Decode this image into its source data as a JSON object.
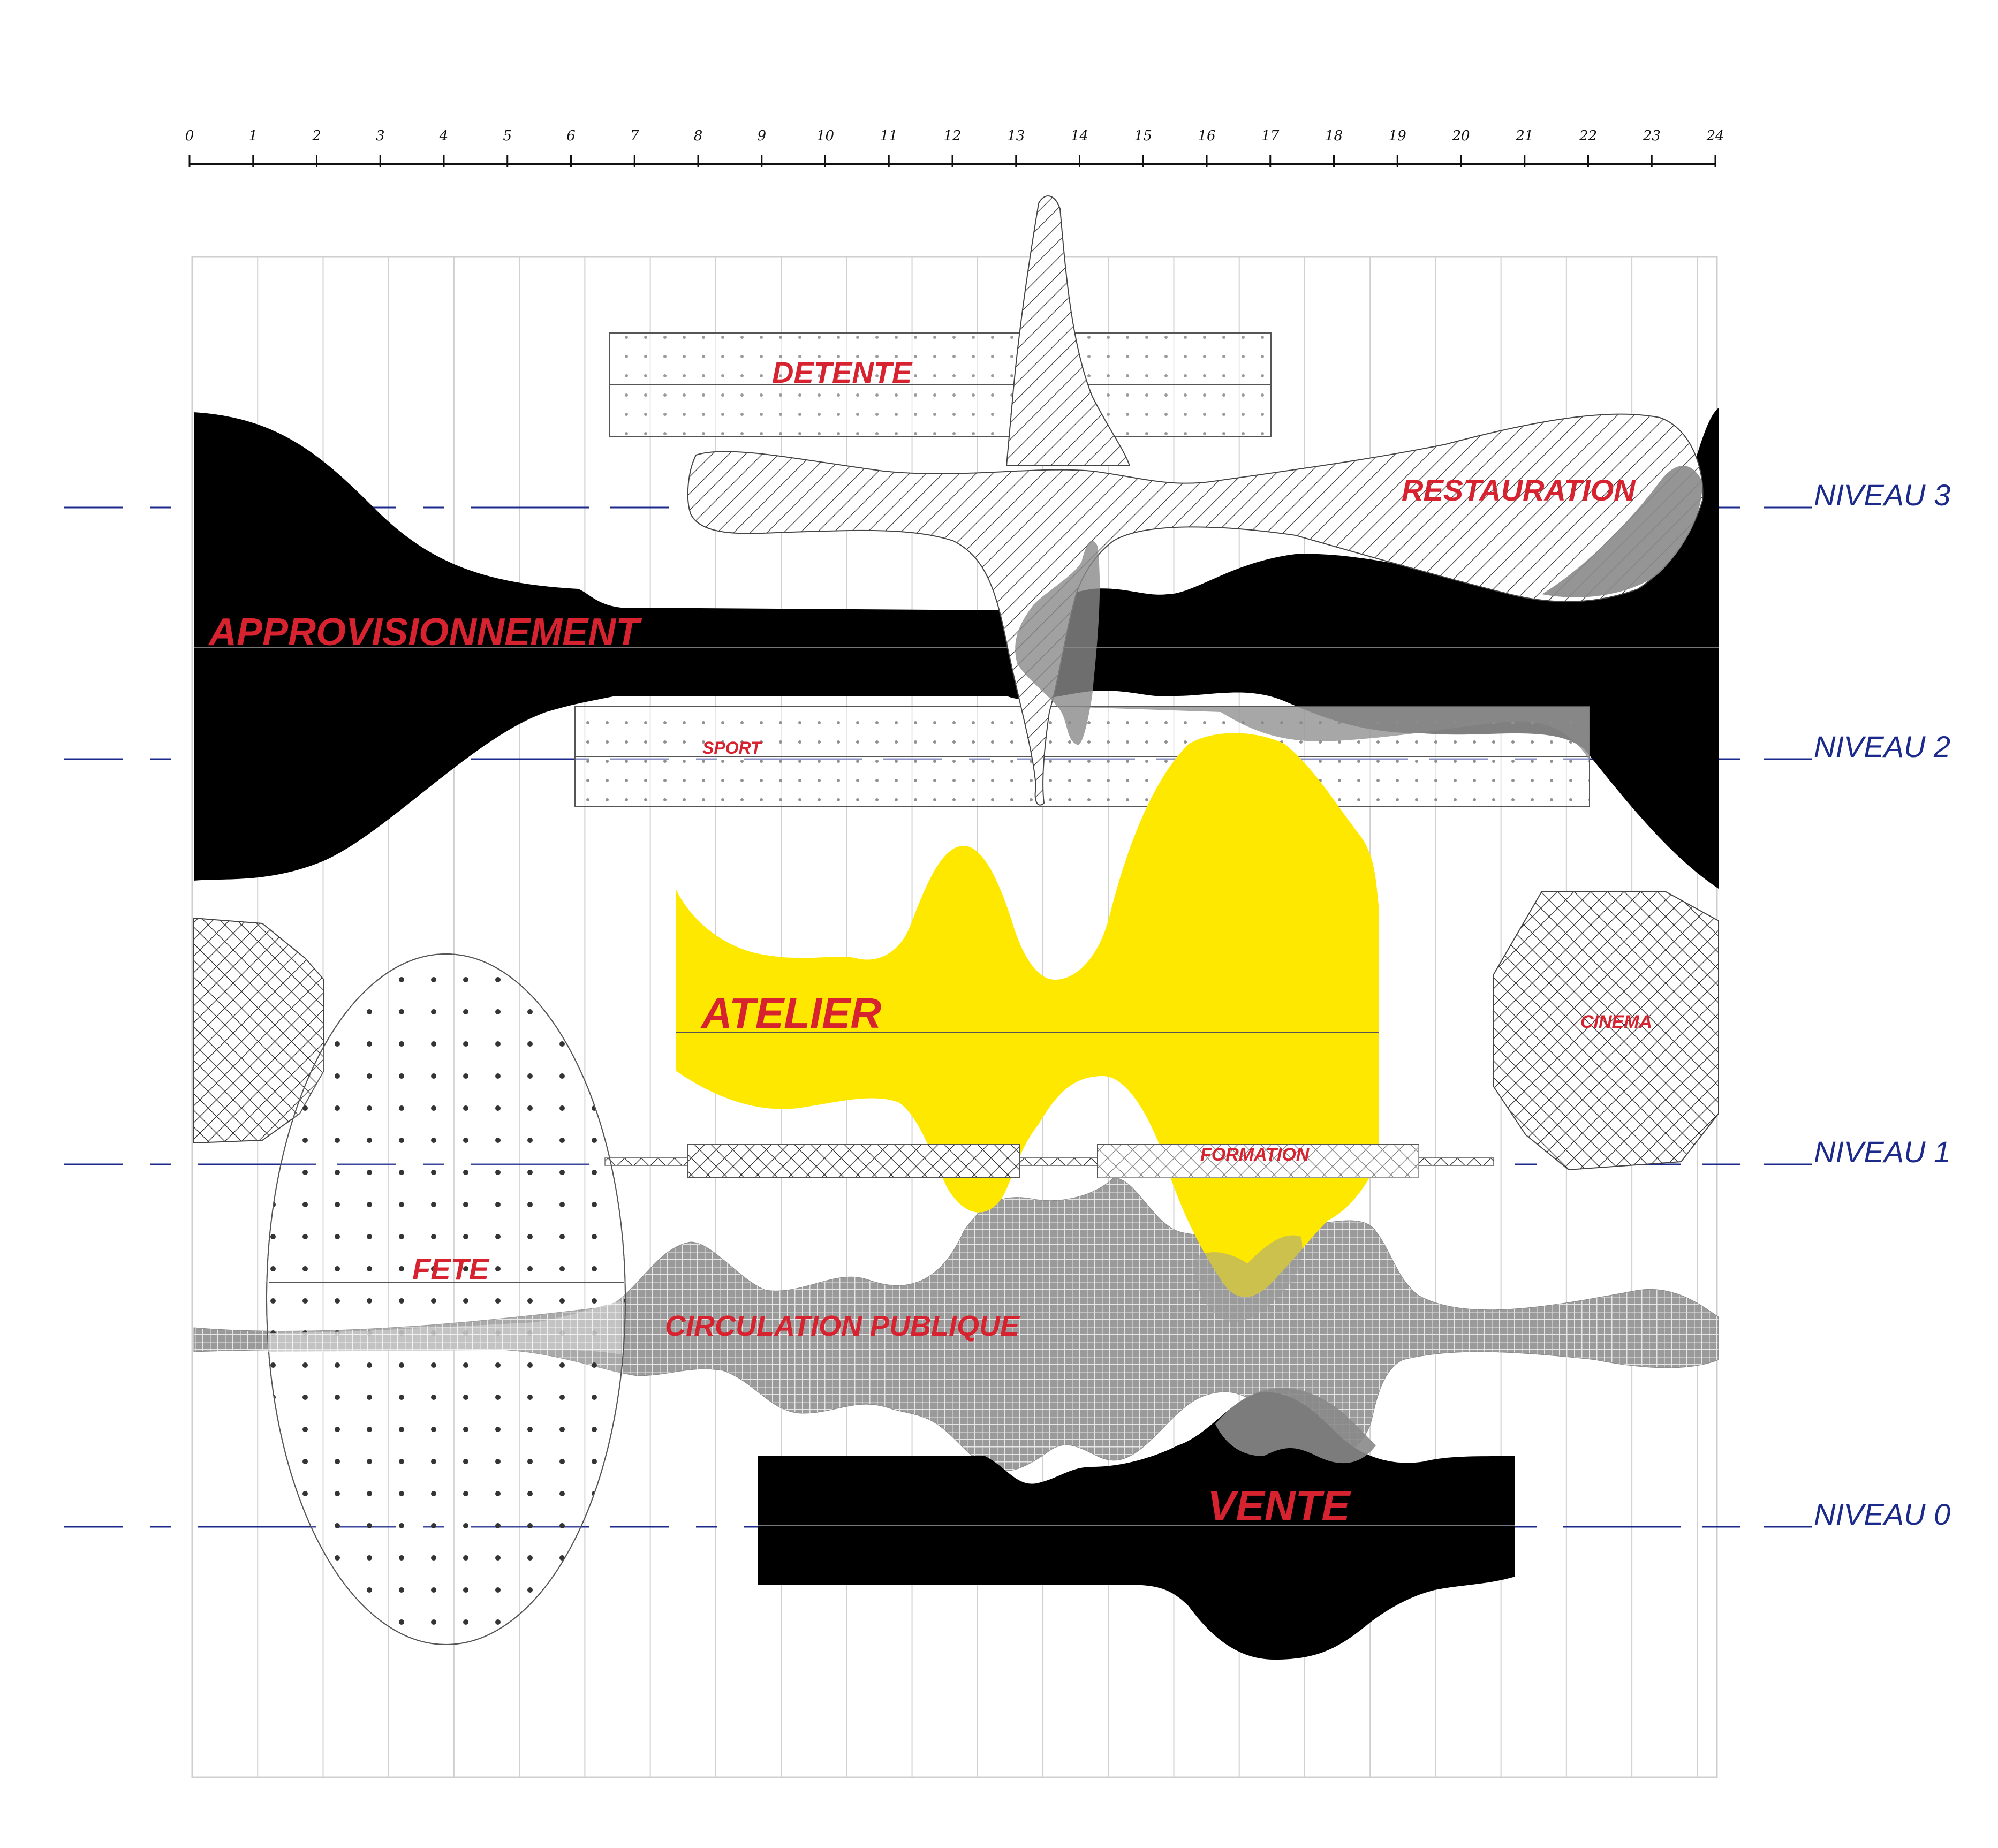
{
  "time_scale": {
    "hours": [
      "0",
      "1",
      "2",
      "3",
      "4",
      "5",
      "6",
      "7",
      "8",
      "9",
      "10",
      "11",
      "12",
      "13",
      "14",
      "15",
      "16",
      "17",
      "18",
      "19",
      "20",
      "21",
      "22",
      "23",
      "24"
    ]
  },
  "levels": [
    {
      "id": "niveau3",
      "label": "NIVEAU 3"
    },
    {
      "id": "niveau2",
      "label": "NIVEAU 2"
    },
    {
      "id": "niveau1",
      "label": "NIVEAU 1"
    },
    {
      "id": "niveau0",
      "label": "NIVEAU 0"
    }
  ],
  "activities": {
    "detente": "DETENTE",
    "restauration": "RESTAURATION",
    "approvisionnement": "APPROVISIONNEMENT",
    "sport": "SPORT",
    "atelier": "ATELIER",
    "cinema": "CINEMA",
    "formation": "FORMATION",
    "fete": "FETE",
    "circulation_publique": "CIRCULATION PUBLIQUE",
    "vente": "VENTE"
  },
  "colors": {
    "label_red": "#d7222f",
    "level_blue": "#1c2a8c",
    "atelier_yellow": "#ffe800",
    "mass_black": "#000000",
    "grid_grey": "#d0d0d0"
  }
}
